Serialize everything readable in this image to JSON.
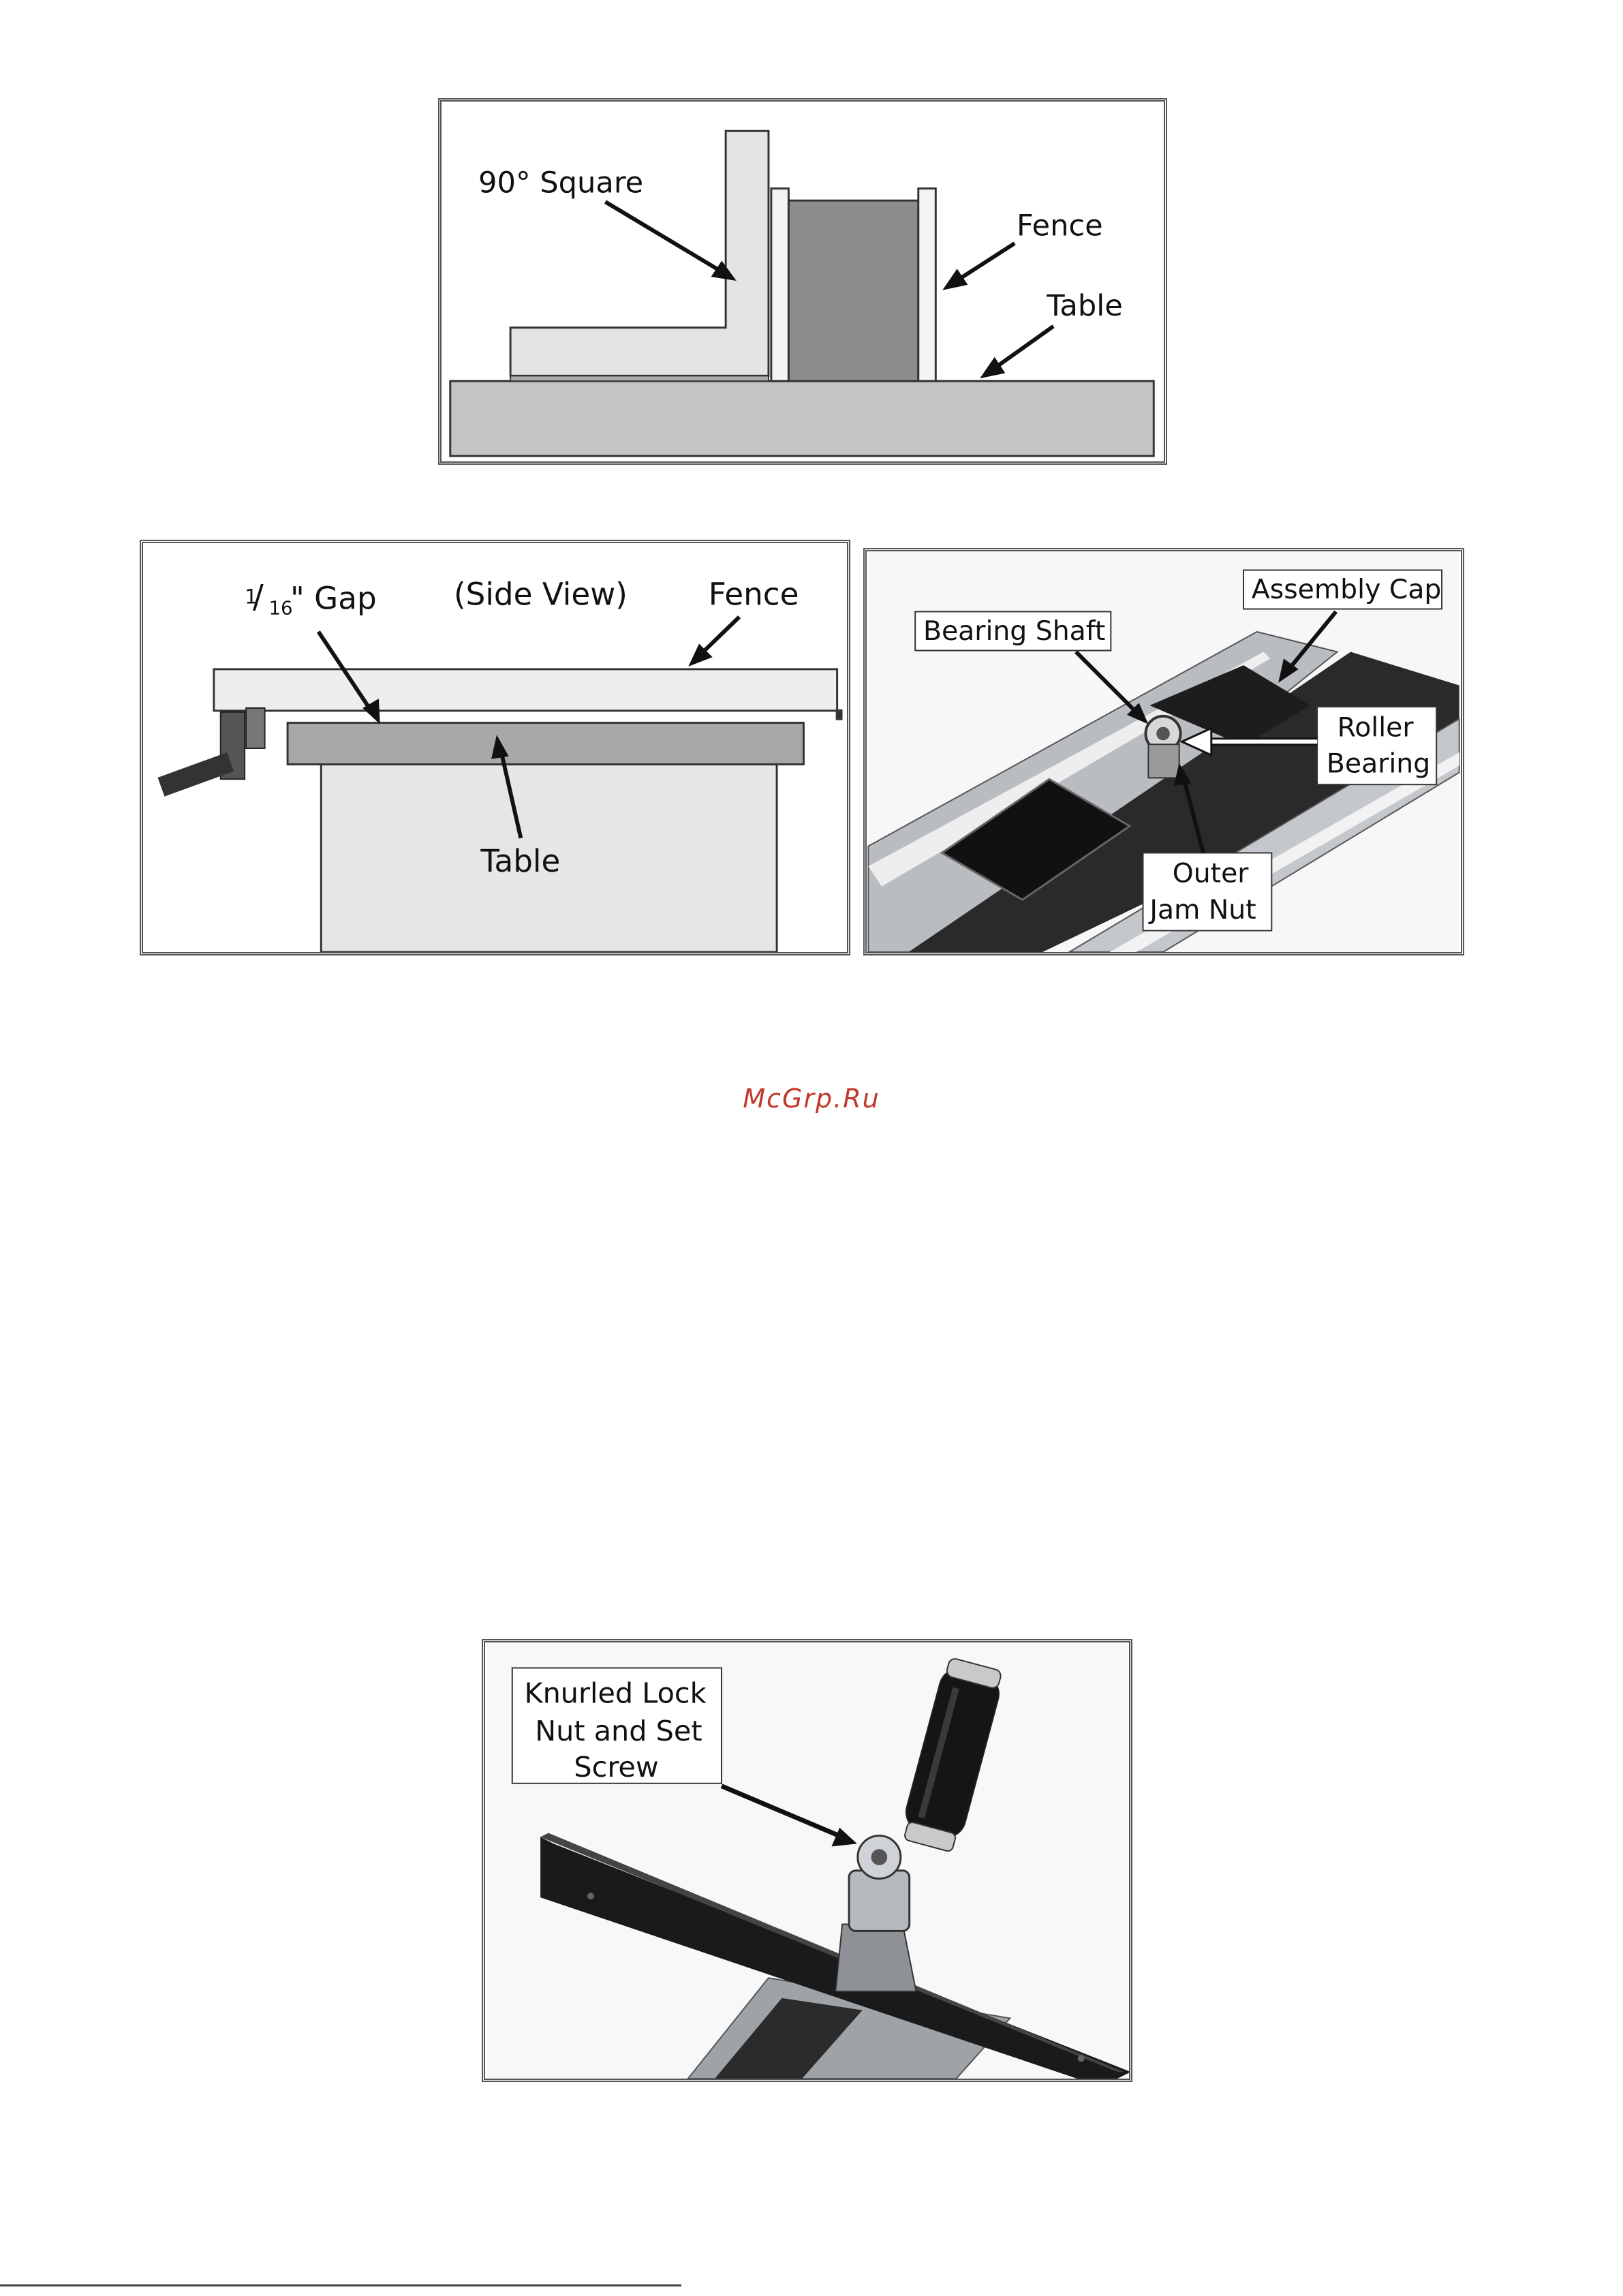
{
  "figures": {
    "fig1": {
      "label_square": "90° Square",
      "label_fence": "Fence",
      "label_table": "Table"
    },
    "fig2": {
      "gap_num": "1",
      "gap_den": "16",
      "gap_suffix": "\" Gap",
      "view": "(Side View)",
      "label_fence": "Fence",
      "label_table": "Table"
    },
    "fig3": {
      "label_assembly_cap": "Assembly Cap",
      "label_bearing_shaft": "Bearing Shaft",
      "label_roller_1": "Roller",
      "label_roller_2": "Bearing",
      "label_outer_1": "Outer",
      "label_outer_2": "Jam Nut"
    },
    "fig4": {
      "label_line1": "Knurled Lock",
      "label_line2": "Nut and Set",
      "label_line3": "Screw"
    }
  },
  "watermark": {
    "text": "McGrp.Ru",
    "color": "#c0392b"
  }
}
